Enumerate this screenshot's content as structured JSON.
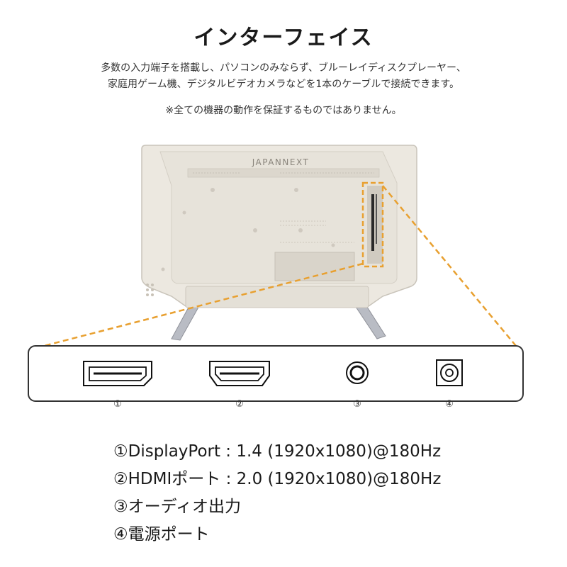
{
  "title": "インターフェイス",
  "description": [
    "多数の入力端子を搭載し、パソコンのみならず、ブルーレイディスクプレーヤー、",
    "家庭用ゲーム機、デジタルビデオカメラなどを1本のケーブルで接続できます。"
  ],
  "note": "※全ての機器の動作を保証するものではありません。",
  "brand_logo": "JAPANNEXT",
  "port_labels": [
    "①",
    "②",
    "③",
    "④"
  ],
  "specs": [
    "①DisplayPort : 1.4  (1920x1080)@180Hz",
    "②HDMIポート : 2.0  (1920x1080)@180Hz",
    "③オーディオ出力",
    "④電源ポート"
  ],
  "colors": {
    "accent": "#e8a030",
    "monitor_body": "#ece8e0",
    "monitor_edge": "#c9c4ba",
    "panel_fill": "#ffffff",
    "text": "#222222"
  },
  "icons": [
    "displayport-icon",
    "hdmi-icon",
    "audio-jack-icon",
    "power-jack-icon"
  ]
}
